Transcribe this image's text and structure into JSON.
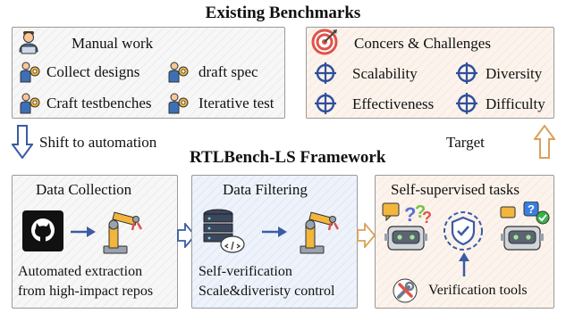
{
  "existing_title": "Existing Benchmarks",
  "framework_title": "RTLBench-LS Framework",
  "manual": {
    "title": "Manual work",
    "items": [
      "Collect designs",
      "draft spec",
      "Craft testbenches",
      "Iterative test"
    ]
  },
  "concerns": {
    "title": "Concers & Challenges",
    "items": [
      "Scalability",
      "Diversity",
      "Effectiveness",
      "Difficulty"
    ]
  },
  "shift_label": "Shift to automation",
  "target_label": "Target",
  "collection": {
    "title": "Data Collection",
    "desc_line1": "Automated extraction",
    "desc_line2": "from high-impact repos"
  },
  "filtering": {
    "title": "Data Filtering",
    "desc_line1": "Self-verification",
    "desc_line2": "Scale&diveristy control"
  },
  "tasks": {
    "title": "Self-supervised tasks",
    "tools_label": "Verification tools"
  },
  "icons": {
    "person": "person-at-laptop-icon",
    "worker": "worker-with-gear-icon",
    "target": "target-icon",
    "crosshair": "crosshair-icon",
    "github": "github-logo-icon",
    "robot_arm": "robot-arm-icon",
    "database": "database-code-icon",
    "robot": "robot-face-icon",
    "shield": "shield-check-icon",
    "tools": "wrench-screwdriver-icon"
  },
  "colors": {
    "blue_arrow": "#3b5ba5",
    "orange_arrow": "#d9a25a",
    "crosshair": "#2f4f9e",
    "target_red": "#e0524a"
  }
}
